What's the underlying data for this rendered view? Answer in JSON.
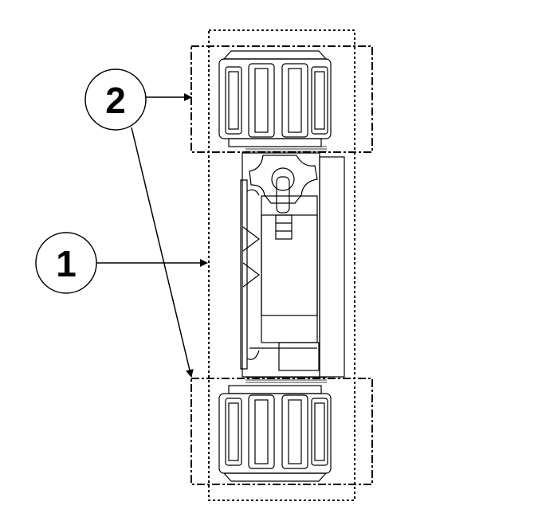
{
  "callouts": [
    {
      "number": "1",
      "target": "connector-body"
    },
    {
      "number": "2",
      "target": "end-nuts"
    }
  ],
  "colors": {
    "line": "#000000",
    "background": "#ffffff"
  }
}
